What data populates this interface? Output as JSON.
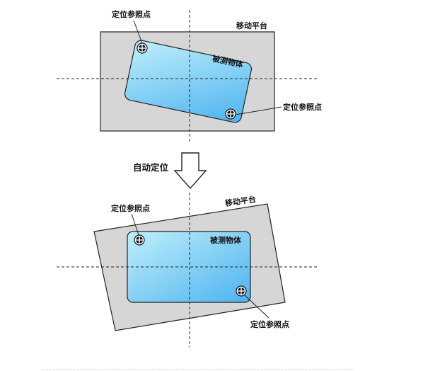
{
  "diagram": {
    "colors": {
      "platform_fill": "#d6d6d6",
      "platform_stroke": "#222222",
      "object_gradient_start": "#bfeffb",
      "object_gradient_end": "#4db3ef",
      "line": "#222222"
    },
    "before": {
      "platform_label": "移动平台",
      "object_label": "被测物体",
      "ref_point_top_label": "定位参照点",
      "ref_point_bottom_label": "定位参照点"
    },
    "transition": {
      "label": "自动定位",
      "arrow_icon": "down-arrow-icon"
    },
    "after": {
      "platform_label": "移动平台",
      "object_label": "被测物体",
      "ref_point_top_label": "定位参照点",
      "ref_point_bottom_label": "定位参照点"
    }
  }
}
